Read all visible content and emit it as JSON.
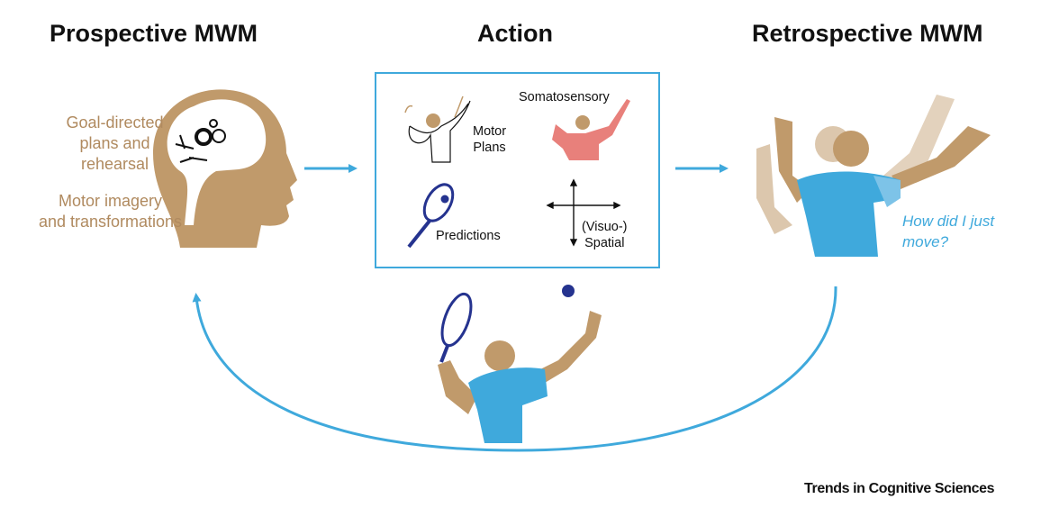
{
  "headings": {
    "prospective": "Prospective MWM",
    "action": "Action",
    "retrospective": "Retrospective MWM"
  },
  "prospective": {
    "text1": [
      "Goal-directed",
      "plans and",
      "rehearsal"
    ],
    "text2": [
      "Motor imagery",
      "and transformations"
    ]
  },
  "action_box": {
    "motor_plans": [
      "Motor",
      "Plans"
    ],
    "somatosensory": "Somatosensory",
    "predictions": "Predictions",
    "spatial": [
      "(Visuo-)",
      "Spatial"
    ]
  },
  "retrospective": {
    "question": [
      "How did I just",
      "move?"
    ]
  },
  "credit": "Trends in Cognitive Sciences",
  "colors": {
    "tan": "#c09a6b",
    "blue": "#3fa9dc",
    "navy": "#25338f",
    "salmon": "#e8807b"
  }
}
